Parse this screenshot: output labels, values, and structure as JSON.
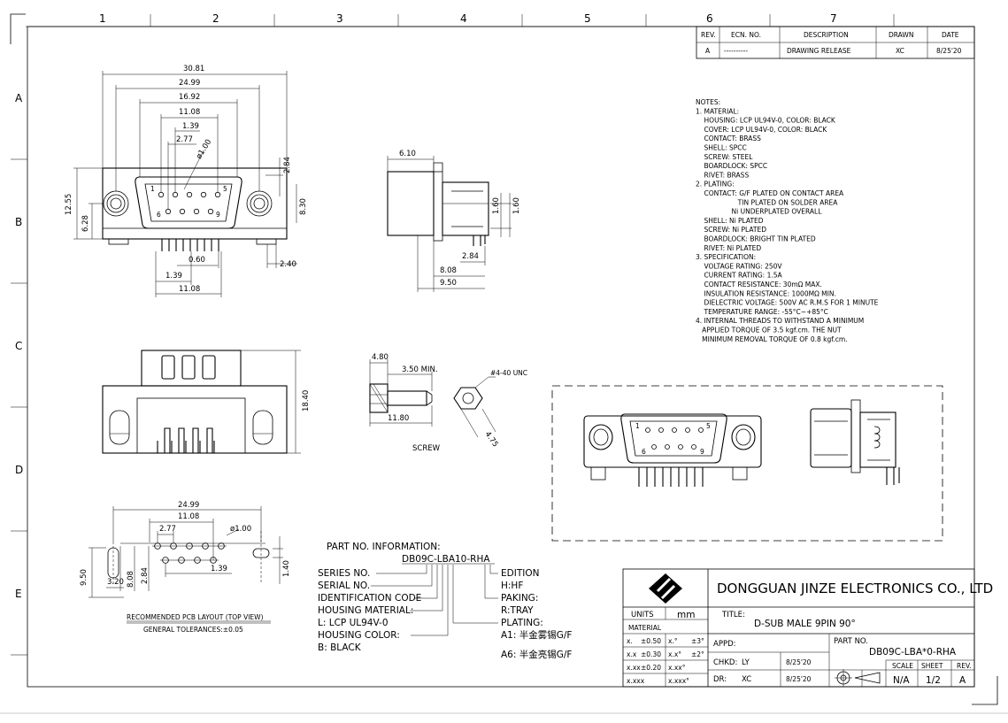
{
  "grid": {
    "cols": [
      "1",
      "2",
      "3",
      "4",
      "5",
      "6",
      "7"
    ],
    "rows": [
      "A",
      "B",
      "C",
      "D",
      "E"
    ]
  },
  "revision": {
    "headers": [
      "REV.",
      "ECN. NO.",
      "DESCRIPTION",
      "DRAWN",
      "DATE"
    ],
    "row": [
      "A",
      "----------",
      "DRAWING RELEASE",
      "XC",
      "8/25'20"
    ]
  },
  "notes": [
    "NOTES:",
    "1. MATERIAL:",
    "    HOUSING: LCP UL94V-0, COLOR: BLACK",
    "    COVER: LCP UL94V-0, COLOR: BLACK",
    "    CONTACT: BRASS",
    "    SHELL: SPCC",
    "    SCREW: STEEL",
    "    BOARDLOCK: SPCC",
    "    RIVET: BRASS",
    "2. PLATING:",
    "    CONTACT: G/F PLATED ON CONTACT AREA",
    "                    TIN PLATED ON SOLDER AREA",
    "                 Ni UNDERPLATED OVERALL",
    "    SHELL: Ni PLATED",
    "    SCREW: Ni PLATED",
    "    BOARDLOCK: BRIGHT TIN PLATED",
    "    RIVET: Ni PLATED",
    "3. SPECIFICATION:",
    "    VOLTAGE RATING: 250V",
    "    CURRENT RATING: 1.5A",
    "    CONTACT RESISTANCE: 30mΩ MAX.",
    "    INSULATION RESISTANCE: 1000MΩ MIN.",
    "    DIELECTRIC VOLTAGE: 500V AC R.M.S FOR 1 MINUTE",
    "    TEMPERATURE RANGE: -55°C~+85°C",
    "4. INTERNAL THREADS TO WITHSTAND A MINIMUM",
    "   APPLIED TORQUE OF 3.5 kgf.cm. THE NUT",
    "   MINIMUM REMOVAL TORQUE OF 0.8 kgf.cm."
  ],
  "front_view": {
    "dims": [
      "30.81",
      "24.99",
      "16.92",
      "11.08",
      "1.39",
      "2.77",
      "ø1.00",
      "2.84",
      "8.30",
      "12.55",
      "6.28",
      "0.60",
      "2.40",
      "1.39",
      "11.08"
    ],
    "pins": [
      "1",
      "5",
      "6",
      "9"
    ]
  },
  "side_view": {
    "dims": [
      "6.10",
      "1.60",
      "1.60",
      "2.84",
      "8.08",
      "9.50"
    ]
  },
  "bottom_view": {
    "dims": [
      "18.40"
    ]
  },
  "screw_view": {
    "dims": [
      "4.80",
      "3.50 MIN.",
      "11.80",
      "#4-40 UNC",
      "4.75"
    ],
    "label": "SCREW"
  },
  "pcb_layout": {
    "dims": [
      "24.99",
      "11.08",
      "2.77",
      "ø1.00",
      "1.39",
      "9.50",
      "3.20",
      "8.08",
      "2.84",
      "1.40"
    ],
    "title": "RECOMMENDED PCB LAYOUT (TOP VIEW)",
    "tolerance": "GENERAL TOLERANCES:±0.05"
  },
  "iso_view": {
    "pins": [
      "1",
      "5",
      "6",
      "9"
    ]
  },
  "part_info": {
    "heading": "PART NO. INFORMATION:",
    "part_number": "DB09C-LBA10-RHA",
    "left": [
      "SERIES NO.",
      "SERIAL NO.",
      "IDENTIFICATION CODE",
      "HOUSING MATERIAL:",
      "L: LCP UL94V-0",
      "HOUSING COLOR:",
      "B: BLACK"
    ],
    "right": [
      "EDITION",
      "H:HF",
      "PAKING:",
      "R:TRAY",
      "PLATING:",
      "A1: 半金雾锡G/F",
      "A6: 半金亮锡G/F"
    ]
  },
  "title_block": {
    "company": "DONGGUAN JINZE ELECTRONICS CO., LTD",
    "units_label": "UNITS",
    "units_value": "mm",
    "material_label": "MATERIAL",
    "title_label": "TITLE:",
    "title_value": "D-SUB MALE 9PIN 90°",
    "tol_rows": [
      [
        "x.",
        "±0.50",
        "x.°",
        "±3°"
      ],
      [
        "x.x",
        "±0.30",
        "x.x°",
        "±2°"
      ],
      [
        "x.xx",
        "±0.20",
        "x.xx°",
        ""
      ],
      [
        "x.xxx",
        "",
        "x.xxx°",
        ""
      ]
    ],
    "appd_label": "APPD:",
    "chkd_label": "CHKD:",
    "chkd_value": "LY",
    "chkd_date": "8/25'20",
    "dr_label": "DR:",
    "dr_value": "XC",
    "dr_date": "8/25'20",
    "part_no_label": "PART NO.",
    "part_no_value": "DB09C-LBA*0-RHA",
    "scale_label": "SCALE",
    "sheet_label": "SHEET",
    "rev_label": "REV.",
    "scale_value": "N/A",
    "sheet_value": "1/2",
    "rev_value": "A"
  }
}
